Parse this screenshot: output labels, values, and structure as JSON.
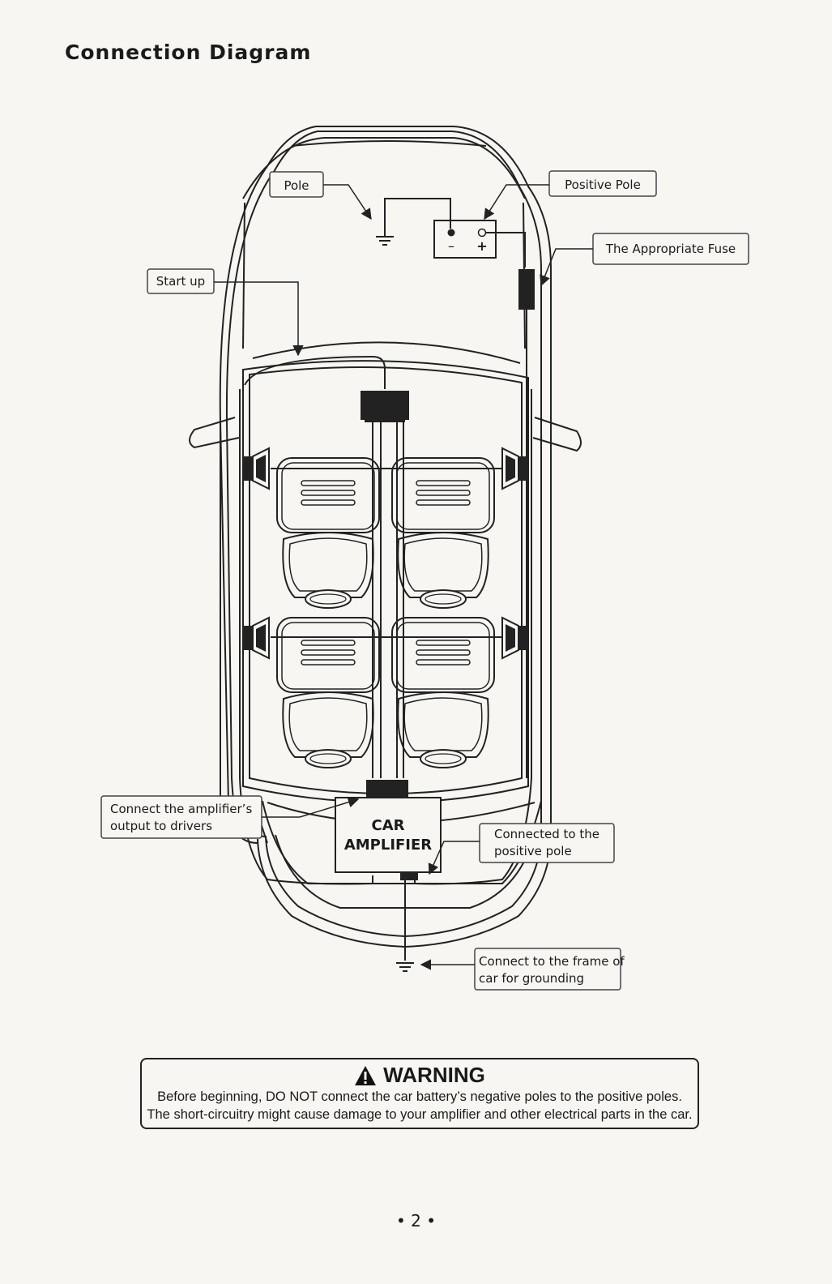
{
  "page": {
    "title": "Connection Diagram",
    "page_number": "• 2 •"
  },
  "labels": {
    "pole": "Pole",
    "positive_pole": "Positive Pole",
    "fuse": "The Appropriate Fuse",
    "start_up": "Start up",
    "amp_output_1": "Connect the amplifier’s",
    "amp_output_2": "output to drivers",
    "connected_positive_1": "Connected to the",
    "connected_positive_2": "positive pole",
    "grounding_1": "Connect to the frame of",
    "grounding_2": "car for grounding"
  },
  "amplifier": {
    "line1": "CAR",
    "line2": "AMPLIFIER"
  },
  "battery": {
    "minus": "–",
    "plus": "+"
  },
  "warning": {
    "title": "WARNING",
    "line1": "Before beginning, DO NOT connect the car battery’s negative poles to the positive poles.",
    "line2": "The short-circuitry might cause damage to your amplifier and other electrical parts in the car."
  }
}
